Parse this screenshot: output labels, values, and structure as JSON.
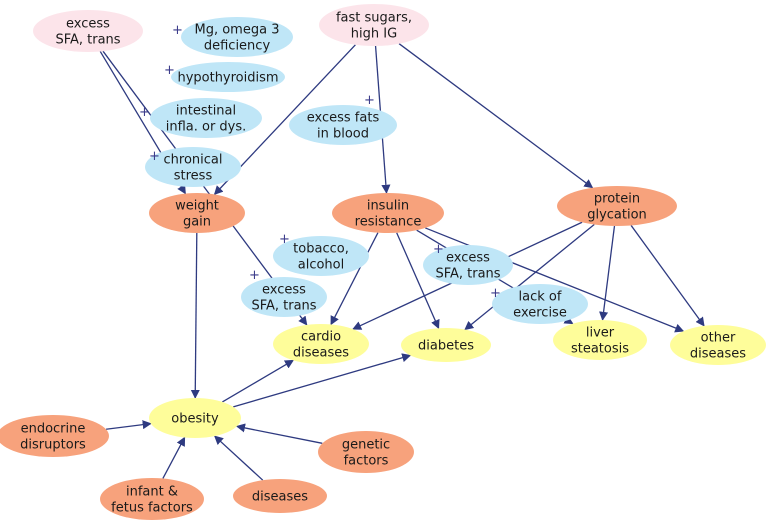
{
  "colors": {
    "pink": "#fce4ea",
    "blue": "#bfe6f7",
    "salmon": "#f7a27c",
    "yellow": "#fefd9a",
    "arrow": "#2e3a80"
  },
  "nodes": [
    {
      "id": "excess-sfa-trans-top",
      "lines": [
        "excess",
        "SFA, trans"
      ],
      "fill": "pink"
    },
    {
      "id": "fast-sugars",
      "lines": [
        "fast sugars,",
        "high IG"
      ],
      "fill": "pink"
    },
    {
      "id": "mg-omega3",
      "lines": [
        "Mg, omega 3",
        "deficiency"
      ],
      "fill": "blue"
    },
    {
      "id": "hypothyroidism",
      "lines": [
        "hypothyroidism"
      ],
      "fill": "blue"
    },
    {
      "id": "intestinal",
      "lines": [
        "intestinal",
        "infla. or dys."
      ],
      "fill": "blue"
    },
    {
      "id": "excess-fats-blood",
      "lines": [
        "excess fats",
        "in blood"
      ],
      "fill": "blue"
    },
    {
      "id": "chronical-stress",
      "lines": [
        "chronical",
        "stress"
      ],
      "fill": "blue"
    },
    {
      "id": "weight-gain",
      "lines": [
        "weight",
        "gain"
      ],
      "fill": "salmon"
    },
    {
      "id": "insulin-resistance",
      "lines": [
        "insulin",
        "resistance"
      ],
      "fill": "salmon"
    },
    {
      "id": "protein-glycation",
      "lines": [
        "protein",
        "glycation"
      ],
      "fill": "salmon"
    },
    {
      "id": "tobacco-alcohol",
      "lines": [
        "tobacco,",
        "alcohol"
      ],
      "fill": "blue"
    },
    {
      "id": "excess-sfa-trans-left",
      "lines": [
        "excess",
        "SFA, trans"
      ],
      "fill": "blue"
    },
    {
      "id": "excess-sfa-trans-right",
      "lines": [
        "excess",
        "SFA, trans"
      ],
      "fill": "blue"
    },
    {
      "id": "lack-of-exercise",
      "lines": [
        "lack of",
        "exercise"
      ],
      "fill": "blue"
    },
    {
      "id": "cardio-diseases",
      "lines": [
        "cardio",
        "diseases"
      ],
      "fill": "yellow"
    },
    {
      "id": "diabetes",
      "lines": [
        "diabetes"
      ],
      "fill": "yellow"
    },
    {
      "id": "liver-steatosis",
      "lines": [
        "liver",
        "steatosis"
      ],
      "fill": "yellow"
    },
    {
      "id": "other-diseases",
      "lines": [
        "other",
        "diseases"
      ],
      "fill": "yellow"
    },
    {
      "id": "obesity",
      "lines": [
        "obesity"
      ],
      "fill": "yellow"
    },
    {
      "id": "endocrine-disruptors",
      "lines": [
        "endocrine",
        "disruptors"
      ],
      "fill": "salmon"
    },
    {
      "id": "genetic-factors",
      "lines": [
        "genetic",
        "factors"
      ],
      "fill": "salmon"
    },
    {
      "id": "infant-fetus",
      "lines": [
        "infant &",
        "fetus factors"
      ],
      "fill": "salmon"
    },
    {
      "id": "diseases",
      "lines": [
        "diseases"
      ],
      "fill": "salmon"
    }
  ],
  "plus_markers": [
    {
      "id": "mg-omega3",
      "text": "+"
    },
    {
      "id": "hypothyroidism",
      "text": "+"
    },
    {
      "id": "intestinal",
      "text": "+"
    },
    {
      "id": "excess-fats-blood",
      "text": "+"
    },
    {
      "id": "chronical-stress",
      "text": "+"
    },
    {
      "id": "tobacco-alcohol",
      "text": "+"
    },
    {
      "id": "excess-sfa-trans-left",
      "text": "+"
    },
    {
      "id": "excess-sfa-trans-right",
      "text": "+"
    },
    {
      "id": "lack-of-exercise",
      "text": "+"
    }
  ],
  "edges": [
    {
      "from": "excess-sfa-trans-top",
      "to": "weight-gain"
    },
    {
      "from": "excess-sfa-trans-top",
      "to": "cardio-diseases"
    },
    {
      "from": "fast-sugars",
      "to": "weight-gain"
    },
    {
      "from": "fast-sugars",
      "to": "insulin-resistance"
    },
    {
      "from": "fast-sugars",
      "to": "protein-glycation"
    },
    {
      "from": "weight-gain",
      "to": "obesity"
    },
    {
      "from": "insulin-resistance",
      "to": "cardio-diseases"
    },
    {
      "from": "insulin-resistance",
      "to": "diabetes"
    },
    {
      "from": "insulin-resistance",
      "to": "liver-steatosis"
    },
    {
      "from": "insulin-resistance",
      "to": "other-diseases"
    },
    {
      "from": "protein-glycation",
      "to": "cardio-diseases"
    },
    {
      "from": "protein-glycation",
      "to": "diabetes"
    },
    {
      "from": "protein-glycation",
      "to": "liver-steatosis"
    },
    {
      "from": "protein-glycation",
      "to": "other-diseases"
    },
    {
      "from": "obesity",
      "to": "cardio-diseases"
    },
    {
      "from": "obesity",
      "to": "diabetes"
    },
    {
      "from": "endocrine-disruptors",
      "to": "obesity"
    },
    {
      "from": "genetic-factors",
      "to": "obesity"
    },
    {
      "from": "infant-fetus",
      "to": "obesity"
    },
    {
      "from": "diseases",
      "to": "obesity"
    }
  ]
}
